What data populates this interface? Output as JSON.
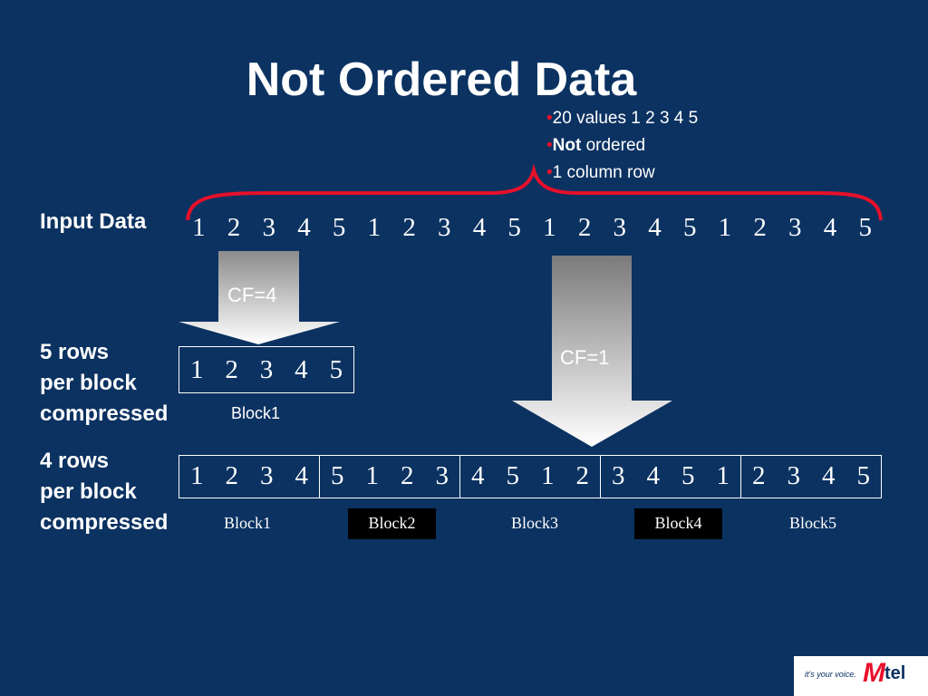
{
  "title": "Not Ordered Data",
  "bullets": [
    {
      "bold": "",
      "text": "20 values 1 2 3 4 5"
    },
    {
      "bold": "Not",
      "text": " ordered"
    },
    {
      "bold": "",
      "text": "1 column row"
    }
  ],
  "labels": {
    "input": "Input Data",
    "five_rows": [
      "5 rows",
      "per block",
      "compressed"
    ],
    "four_rows": [
      "4 rows",
      "per block",
      "compressed"
    ]
  },
  "input_values": [
    "1",
    "2",
    "3",
    "4",
    "5",
    "1",
    "2",
    "3",
    "4",
    "5",
    "1",
    "2",
    "3",
    "4",
    "5",
    "1",
    "2",
    "3",
    "4",
    "5"
  ],
  "arrow_left_label": "CF=4",
  "arrow_right_label": "CF=1",
  "five_row_block": {
    "values": [
      "1",
      "2",
      "3",
      "4",
      "5"
    ],
    "label": "Block1"
  },
  "four_row_blocks": [
    {
      "values": [
        "1",
        "2",
        "3",
        "4"
      ],
      "label": "Block1",
      "highlight": false
    },
    {
      "values": [
        "5",
        "1",
        "2",
        "3"
      ],
      "label": "Block2",
      "highlight": true
    },
    {
      "values": [
        "4",
        "5",
        "1",
        "2"
      ],
      "label": "Block3",
      "highlight": false
    },
    {
      "values": [
        "3",
        "4",
        "5",
        "1"
      ],
      "label": "Block4",
      "highlight": true
    },
    {
      "values": [
        "2",
        "3",
        "4",
        "5"
      ],
      "label": "Block5",
      "highlight": false
    }
  ],
  "colors": {
    "background": "#0b3261",
    "brace": "#e8102a",
    "bullet": "#e8102a"
  },
  "logo": {
    "tagline": "it's your voice.",
    "brand_m": "M",
    "brand_tel": "tel"
  }
}
